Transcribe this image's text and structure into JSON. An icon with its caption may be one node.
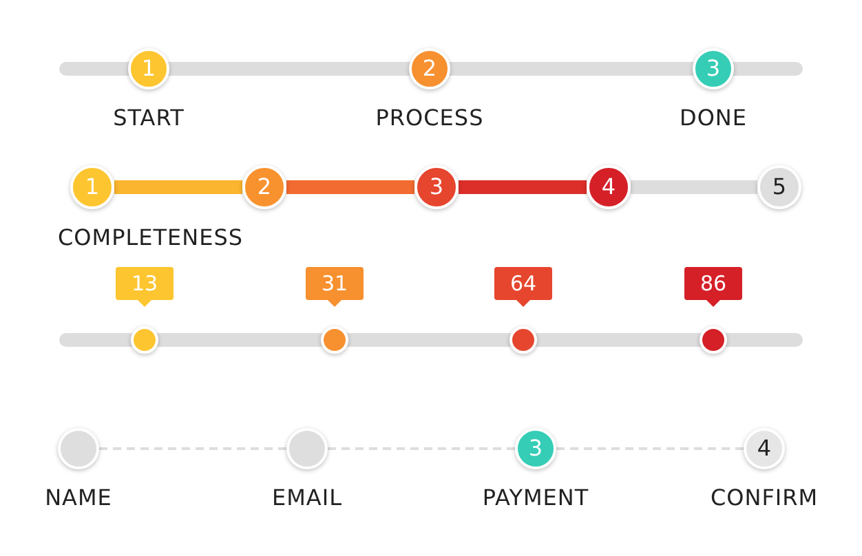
{
  "diagram": {
    "nodes": [
      {
        "text": [
          "1"
        ],
        "beside": [
          "START"
        ]
      },
      {
        "text": [
          "2"
        ],
        "beside": [
          "PROCESS"
        ]
      },
      {
        "text": [
          "3"
        ],
        "beside": [
          "DONE"
        ]
      },
      {
        "text": [
          "1"
        ],
        "beside": [
          "COMPLETENESS"
        ]
      },
      {
        "text": [
          "2"
        ]
      },
      {
        "text": [
          "3"
        ]
      },
      {
        "text": [
          "4"
        ]
      },
      {
        "text": [
          "5"
        ]
      },
      {
        "text": [],
        "shape": "circle",
        "beside": [
          "13"
        ]
      },
      {
        "text": [],
        "shape": "circle",
        "beside": [
          "31"
        ]
      },
      {
        "text": [],
        "shape": "circle",
        "beside": [
          "64"
        ]
      },
      {
        "text": [],
        "shape": "circle",
        "beside": [
          "86"
        ]
      },
      {
        "text": [],
        "shape": "circle",
        "beside": [
          "NAME"
        ]
      },
      {
        "text": [],
        "shape": "circle",
        "beside": [
          "EMAIL"
        ]
      },
      {
        "text": [
          "3"
        ],
        "beside": [
          "PAYMENT"
        ]
      },
      {
        "text": [
          "4"
        ],
        "beside": [
          "CONFIRM"
        ]
      }
    ],
    "edges": [
      {
        "from": 3,
        "to": 4,
        "arrow": "none",
        "color": "#fbb52e"
      },
      {
        "from": 4,
        "to": 5,
        "arrow": "none",
        "color": "#f26b30"
      },
      {
        "from": 5,
        "to": 6,
        "arrow": "none",
        "color": "#dc2f2a"
      },
      {
        "from": 6,
        "to": 7,
        "arrow": "none"
      },
      {
        "from": 12,
        "to": 13,
        "arrow": "none",
        "style": "dashed"
      },
      {
        "from": 13,
        "to": 14,
        "arrow": "none",
        "style": "dashed"
      },
      {
        "from": 14,
        "to": 15,
        "arrow": "none",
        "style": "dashed"
      }
    ]
  }
}
